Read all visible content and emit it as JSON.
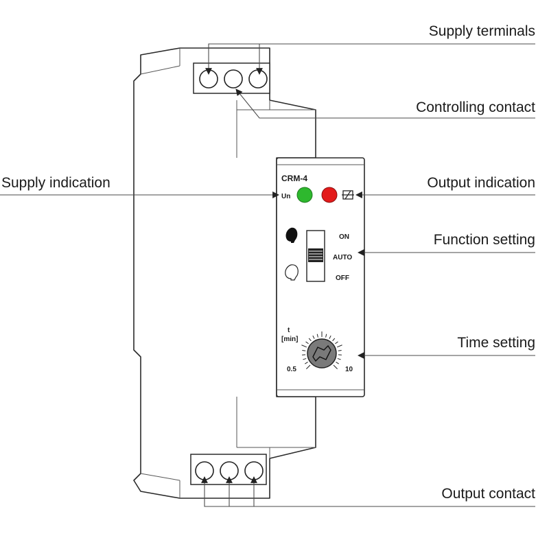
{
  "device": {
    "model": "CRM-4",
    "supply_symbol": "Un",
    "switch_positions": [
      "ON",
      "AUTO",
      "OFF"
    ],
    "dial_label_line1": "t",
    "dial_label_line2": "[min]",
    "dial_min": "0.5",
    "dial_max": "10",
    "led_green_color": "#2eb82e",
    "led_red_color": "#e31b1b"
  },
  "callouts": {
    "supply_terminals": "Supply terminals",
    "controlling_contact": "Controlling contact",
    "supply_indication": "Supply indication",
    "output_indication": "Output indication",
    "function_setting": "Function setting",
    "time_setting": "Time setting",
    "output_contact": "Output contact"
  },
  "icons": {
    "relay": "relay-coil-icon",
    "bulb_on": "bulb-on-icon",
    "bulb_off": "bulb-off-icon",
    "dial": "potentiometer-dial-icon"
  }
}
